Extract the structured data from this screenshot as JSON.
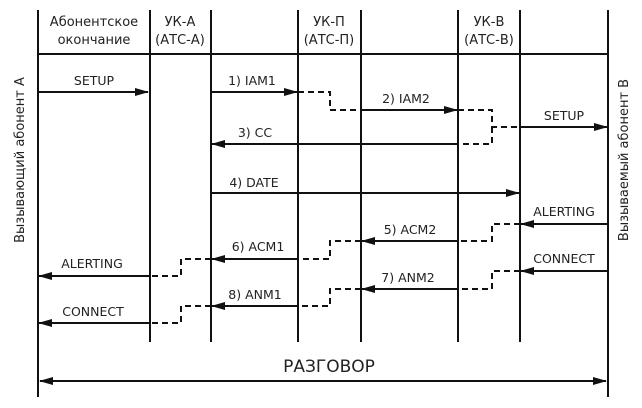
{
  "columns": [
    {
      "id": "subscriber-termination",
      "lines": [
        "Абонентское",
        "окончание"
      ]
    },
    {
      "id": "uk-a",
      "lines": [
        "УК-А",
        "(АТС-А)"
      ]
    },
    {
      "id": "uk-p",
      "lines": [
        "УК-П",
        "(АТС-П)"
      ]
    },
    {
      "id": "uk-b",
      "lines": [
        "УК-В",
        "(АТС-В)"
      ]
    }
  ],
  "side_labels": {
    "left": "Вызывающий абонент А",
    "right": "Вызываемый абонент В"
  },
  "messages": [
    {
      "label": "SETUP",
      "direction": "right",
      "from": "caller-A",
      "to": "uk-a"
    },
    {
      "label": "1) IAM1",
      "direction": "right",
      "from": "uk-a",
      "to": "uk-p"
    },
    {
      "label": "2) IAM2",
      "direction": "right",
      "from": "uk-p",
      "to": "uk-b"
    },
    {
      "label": "SETUP",
      "direction": "right",
      "from": "uk-b",
      "to": "callee-B"
    },
    {
      "label": "3) CC",
      "direction": "left",
      "from": "uk-b",
      "to": "uk-a"
    },
    {
      "label": "4) DATE",
      "direction": "right",
      "from": "uk-a",
      "to": "uk-b"
    },
    {
      "label": "ALERTING",
      "direction": "left",
      "from": "callee-B",
      "to": "uk-b"
    },
    {
      "label": "5) ACM2",
      "direction": "left",
      "from": "uk-b",
      "to": "uk-p"
    },
    {
      "label": "6) ACM1",
      "direction": "left",
      "from": "uk-p",
      "to": "uk-a"
    },
    {
      "label": "ALERTING",
      "direction": "left",
      "from": "uk-a",
      "to": "caller-A"
    },
    {
      "label": "CONNECT",
      "direction": "left",
      "from": "callee-B",
      "to": "uk-b"
    },
    {
      "label": "7) ANM2",
      "direction": "left",
      "from": "uk-b",
      "to": "uk-p"
    },
    {
      "label": "8) ANM1",
      "direction": "left",
      "from": "uk-p",
      "to": "uk-a"
    },
    {
      "label": "CONNECT",
      "direction": "left",
      "from": "uk-a",
      "to": "caller-A"
    }
  ],
  "conversation": {
    "label": "РАЗГОВОР"
  }
}
